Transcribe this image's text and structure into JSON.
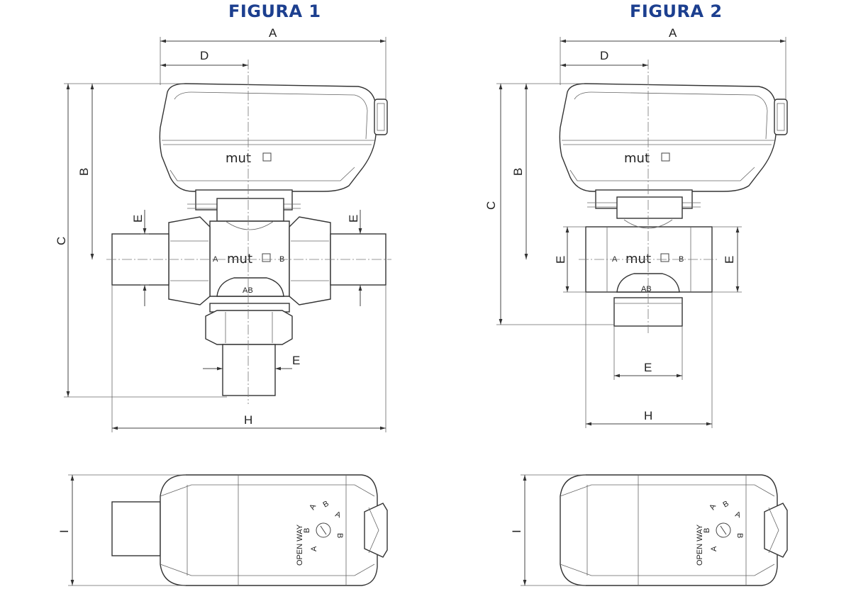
{
  "figures": [
    {
      "title": "FIGURA 1",
      "dimensions": {
        "a": "A",
        "b": "B",
        "c": "C",
        "d": "D",
        "e": "E",
        "h": "H",
        "i": "I"
      },
      "brand": "mut",
      "ports": {
        "a": "A",
        "b": "B",
        "ab": "AB"
      },
      "top_view": {
        "open_way": "OPEN WAY",
        "dial": [
          "A",
          "B",
          "A",
          "B",
          "A",
          "B"
        ]
      }
    },
    {
      "title": "FIGURA 2",
      "dimensions": {
        "a": "A",
        "b": "B",
        "c": "C",
        "d": "D",
        "e": "E",
        "h": "H",
        "i": "I"
      },
      "brand": "mut",
      "ports": {
        "a": "A",
        "b": "B",
        "ab": "AB"
      },
      "top_view": {
        "open_way": "OPEN WAY",
        "dial": [
          "A",
          "B",
          "A",
          "B",
          "A",
          "B"
        ]
      }
    }
  ],
  "colors": {
    "title": "#1c3f8f",
    "line": "#333333"
  }
}
